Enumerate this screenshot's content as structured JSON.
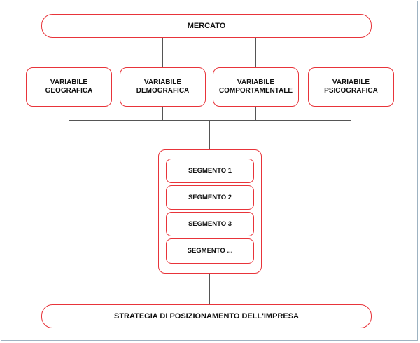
{
  "market": {
    "label": "MERCATO"
  },
  "variables": [
    {
      "line1": "VARIABILE",
      "line2": "GEOGRAFICA"
    },
    {
      "line1": "VARIABILE",
      "line2": "DEMOGRAFICA"
    },
    {
      "line1": "VARIABILE",
      "line2": "COMPORTAMENTALE"
    },
    {
      "line1": "VARIABILE",
      "line2": "PSICOGRAFICA"
    }
  ],
  "segments": [
    "SEGMENTO 1",
    "SEGMENTO 2",
    "SEGMENTO 3",
    "SEGMENTO ..."
  ],
  "strategy": {
    "label": "STRATEGIA DI POSIZIONAMENTO DELL'IMPRESA"
  },
  "colors": {
    "border": "#e8343a",
    "connector": "#555555",
    "frame": "#9fb3c2"
  }
}
